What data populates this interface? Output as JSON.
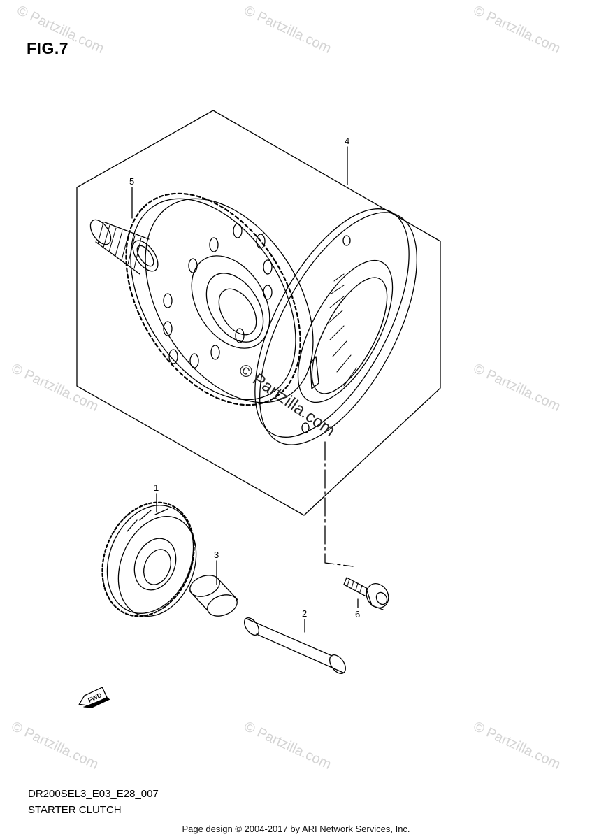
{
  "figure": {
    "title": "FIG.7"
  },
  "watermark": {
    "text": "© Partzilla.com"
  },
  "center_watermark": {
    "text": "© Partzilla.com"
  },
  "callouts": [
    {
      "number": "1",
      "part": "starter-idle-gear"
    },
    {
      "number": "2",
      "part": "idle-gear-shaft"
    },
    {
      "number": "3",
      "part": "bushing"
    },
    {
      "number": "4",
      "part": "starter-clutch-assembly"
    },
    {
      "number": "5",
      "part": "needle-bearing"
    },
    {
      "number": "6",
      "part": "bolt"
    }
  ],
  "fwd_label": "FWD",
  "caption": {
    "code": "DR200SEL3_E03_E28_007",
    "name": "STARTER CLUTCH"
  },
  "footer": {
    "text": "Page design © 2004-2017 by ARI Network Services, Inc."
  }
}
